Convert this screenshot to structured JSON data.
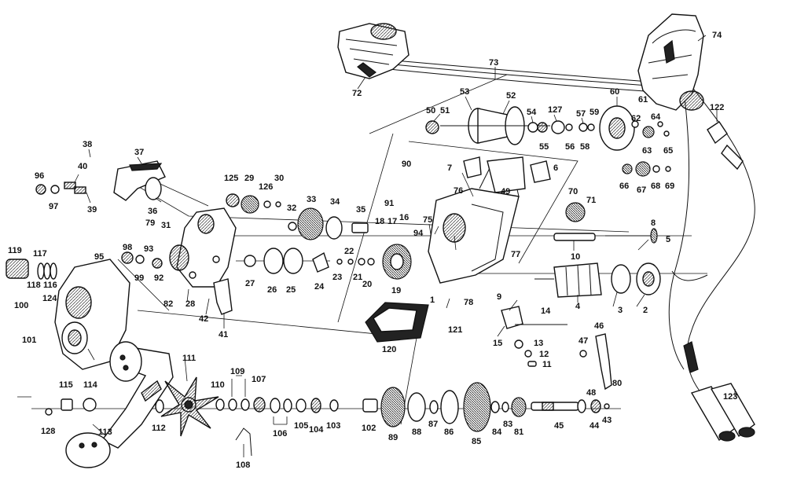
{
  "labels": [
    "1",
    "2",
    "3",
    "4",
    "5",
    "6",
    "7",
    "8",
    "9",
    "10",
    "11",
    "12",
    "13",
    "14",
    "15",
    "16",
    "17",
    "18",
    "19",
    "20",
    "21",
    "22",
    "23",
    "24",
    "25",
    "26",
    "27",
    "28",
    "29",
    "30",
    "31",
    "32",
    "33",
    "34",
    "35",
    "36",
    "37",
    "38",
    "39",
    "40",
    "41",
    "42",
    "43",
    "44",
    "45",
    "46",
    "47",
    "48",
    "49",
    "50",
    "51",
    "52",
    "53",
    "54",
    "55",
    "56",
    "57",
    "58",
    "59",
    "60",
    "61",
    "62",
    "63",
    "64",
    "65",
    "66",
    "67",
    "68",
    "69",
    "70",
    "71",
    "72",
    "73",
    "74",
    "75",
    "76",
    "77",
    "78",
    "79",
    "80",
    "81",
    "82",
    "83",
    "84",
    "85",
    "86",
    "87",
    "88",
    "89",
    "90",
    "91",
    "92",
    "93",
    "94",
    "95",
    "96",
    "97",
    "98",
    "99",
    "100",
    "101",
    "102",
    "103",
    "104",
    "105",
    "106",
    "107",
    "108",
    "109",
    "110",
    "111",
    "112",
    "113",
    "114",
    "115",
    "116",
    "117",
    "118",
    "119",
    "120",
    "121",
    "122",
    "123",
    "124",
    "125",
    "126",
    "127",
    "128"
  ]
}
